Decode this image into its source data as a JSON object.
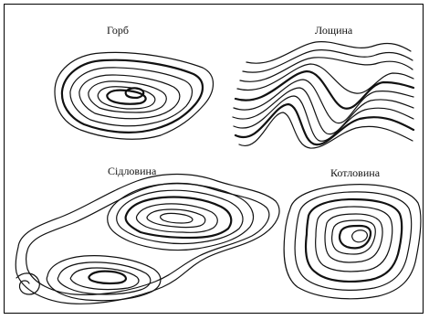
{
  "labels": {
    "hill": "Горб",
    "hollow": "Лощина",
    "saddle": "Сідловина",
    "basin": "Котловина"
  },
  "colors": {
    "ink": "#111111",
    "background": "#ffffff",
    "border": "#000000"
  }
}
